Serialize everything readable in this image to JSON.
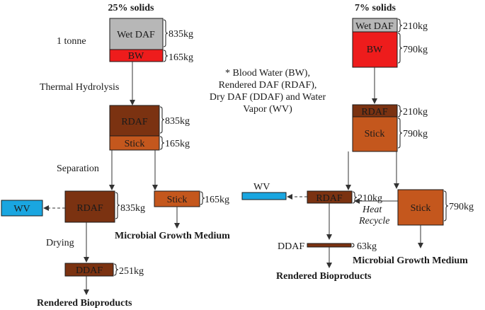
{
  "colors": {
    "wet_daf": "#b7b7b7",
    "bw": "#ee1c1c",
    "rdaf": "#7b3211",
    "stick": "#c4571d",
    "wv": "#1aa6e0",
    "text_dark": "#1a1a1a"
  },
  "left": {
    "title": "25% solids",
    "feed_label": "1 tonne",
    "wet_daf": {
      "label": "Wet DAF",
      "mass": "835kg"
    },
    "bw": {
      "label": "BW",
      "mass": "165kg"
    },
    "step_hydrolysis": "Thermal Hydrolysis",
    "rdaf": {
      "label": "RDAF",
      "mass": "835kg"
    },
    "stick": {
      "label": "Stick",
      "mass": "165kg"
    },
    "step_separation": "Separation",
    "rdaf_sep": {
      "label": "RDAF",
      "mass": "835kg"
    },
    "stick_sep": {
      "label": "Stick",
      "mass": "165kg"
    },
    "wv": {
      "label": "WV"
    },
    "step_drying": "Drying",
    "ddaf": {
      "label": "DDAF",
      "mass": "251kg"
    },
    "output_bioproducts": "Rendered Bioproducts",
    "output_medium": "Microbial Growth Medium"
  },
  "legend": {
    "line1": "* Blood Water (BW),",
    "line2": "Rendered DAF (RDAF),",
    "line3": "Dry DAF (DDAF) and Water",
    "line4": "Vapor (WV)"
  },
  "right": {
    "title": "7% solids",
    "wet_daf": {
      "label": "Wet DAF",
      "mass": "210kg"
    },
    "bw": {
      "label": "BW",
      "mass": "790kg"
    },
    "rdaf": {
      "label": "RDAF",
      "mass": "210kg"
    },
    "stick": {
      "label": "Stick",
      "mass": "790kg"
    },
    "wv": {
      "label": "WV"
    },
    "rdaf_sep": {
      "label": "RDAF",
      "mass": "210kg"
    },
    "stick_sep": {
      "label": "Stick",
      "mass": "790kg"
    },
    "heat_recycle_1": "Heat",
    "heat_recycle_2": "Recycle",
    "ddaf": {
      "label": "DDAF",
      "mass": "63kg"
    },
    "output_bioproducts": "Rendered Bioproducts",
    "output_medium": "Microbial Growth Medium"
  }
}
